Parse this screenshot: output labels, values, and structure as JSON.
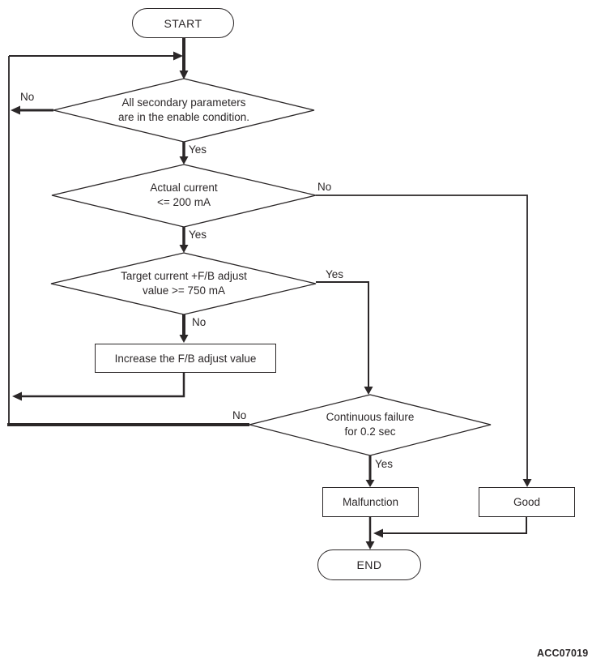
{
  "figure_code": "ACC07019",
  "colors": {
    "line": "#2b2728",
    "background": "#ffffff"
  },
  "nodes": {
    "start": {
      "label": "START"
    },
    "check_enable": {
      "line1": "All secondary parameters",
      "line2": "are in the enable condition."
    },
    "check_actual_current": {
      "line1": "Actual current",
      "line2": "<= 200 mA"
    },
    "check_target_current": {
      "line1": "Target current +F/B adjust",
      "line2": "value >= 750 mA"
    },
    "increase_adjust": {
      "label": "Increase the F/B adjust value"
    },
    "check_continuous_failure": {
      "line1": "Continuous failure",
      "line2": "for 0.2 sec"
    },
    "malfunction": {
      "label": "Malfunction"
    },
    "good": {
      "label": "Good"
    },
    "end": {
      "label": "END"
    }
  },
  "edge_labels": {
    "enable_no": "No",
    "enable_yes": "Yes",
    "actual_no": "No",
    "actual_yes": "Yes",
    "target_yes": "Yes",
    "target_no": "No",
    "failure_no": "No",
    "failure_yes": "Yes"
  }
}
